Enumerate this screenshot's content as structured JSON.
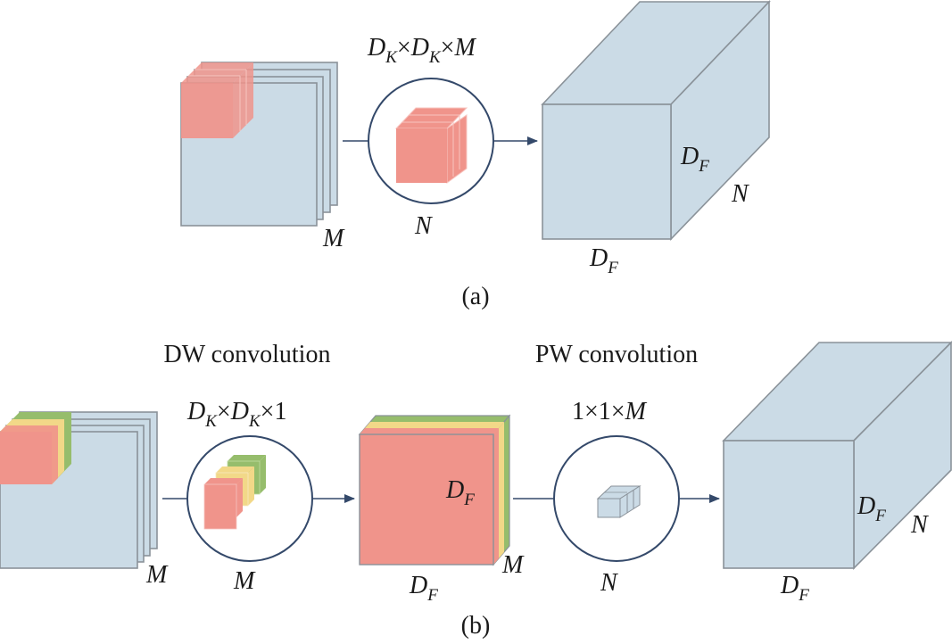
{
  "colors": {
    "feature_map": "#cbdbe6",
    "kernel": "#f0948b",
    "yellow_channel": "#f2d888",
    "green_channel": "#96bd6c",
    "arrow": "#34496a",
    "edge": "#8a9299"
  },
  "panel_a": {
    "input_depth_label": "M",
    "kernel_size": {
      "d": "D",
      "k": "K",
      "times1": "×",
      "times2": "×",
      "m": "M"
    },
    "kernel_count_label": "N",
    "output": {
      "d": "D",
      "f": "F",
      "depth_label": "N"
    },
    "caption": "(a)"
  },
  "panel_b": {
    "dw_title": "DW convolution",
    "pw_title": "PW convolution",
    "input_depth_label": "M",
    "dw_kernel_size": {
      "d": "D",
      "k": "K",
      "times": "×",
      "one": "1"
    },
    "dw_kernel_count_label": "M",
    "dw_output": {
      "d": "D",
      "f": "F",
      "depth_label": "M"
    },
    "pw_kernel_size": {
      "one": "1",
      "times": "×",
      "m": "M"
    },
    "pw_kernel_count_label": "N",
    "output": {
      "d": "D",
      "f": "F",
      "depth_label": "N"
    },
    "caption": "(b)"
  }
}
